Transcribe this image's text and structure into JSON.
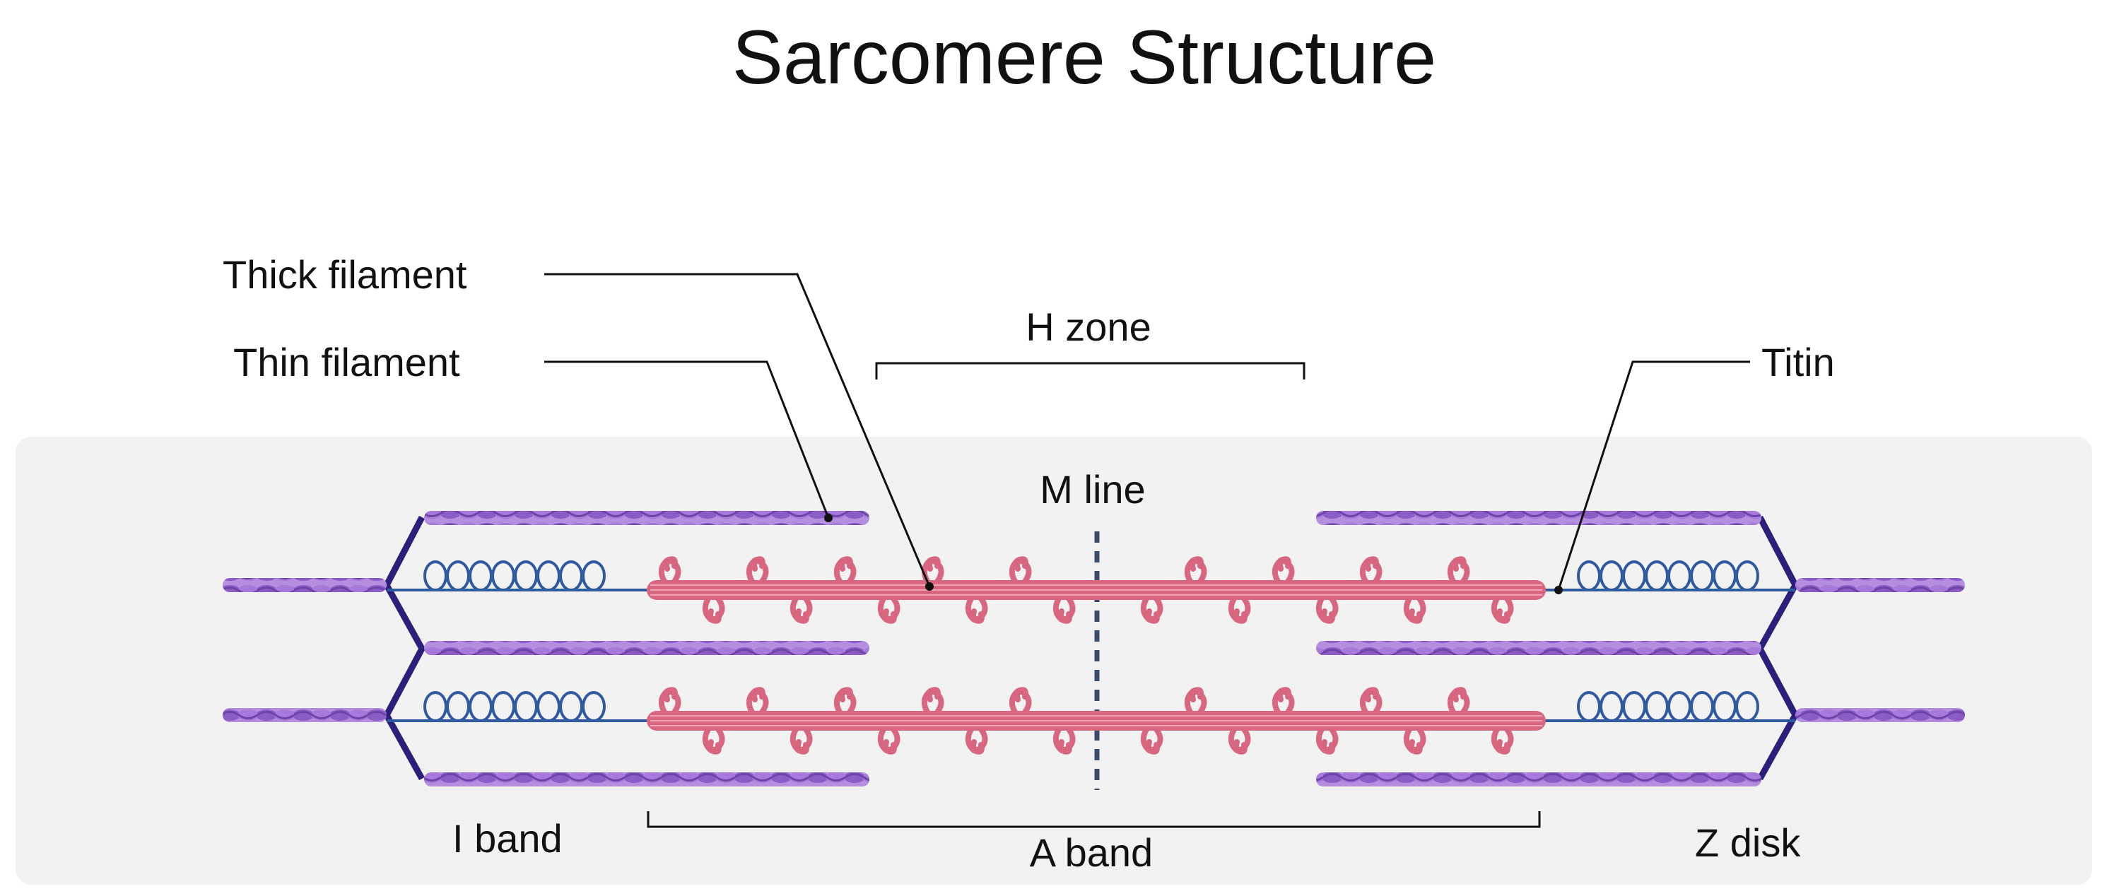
{
  "title": "Sarcomere Structure",
  "labels": {
    "thick_filament": "Thick filament",
    "thin_filament": "Thin filament",
    "h_zone": "H zone",
    "titin": "Titin",
    "m_line": "M line",
    "i_band": "I band",
    "a_band": "A band",
    "z_disk": "Z disk"
  },
  "colors": {
    "background_panel": "#f2f2f2",
    "thin_filament": "#9b6fd0",
    "thick_filament": "#d9667f",
    "titin": "#2f5a9e",
    "z_disk": "#2a1f7a",
    "m_line": "#3a4a6a",
    "leader_line": "#111111"
  }
}
